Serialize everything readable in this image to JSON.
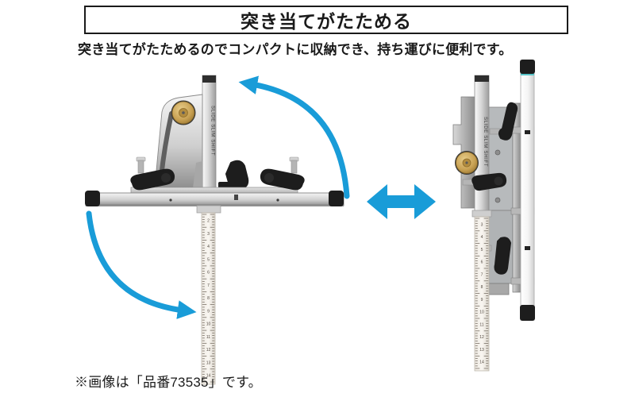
{
  "header": {
    "title": "突き当てがたためる",
    "subtitle": "突き当てがたためるのでコンパクトに収納でき、持ち運びに便利です。"
  },
  "footer": {
    "note": "※画像は「品番73535」です。"
  },
  "product": {
    "bar_text": "SLIDE SLIM SHIFT",
    "left_ruler_numbers": [
      "2",
      "3",
      "4",
      "5",
      "6",
      "7",
      "8",
      "9",
      "10",
      "11",
      "12",
      "13",
      "14"
    ],
    "right_ruler_numbers": [
      "3",
      "4",
      "5",
      "6",
      "7",
      "8",
      "9",
      "10",
      "11",
      "12",
      "13",
      "14"
    ]
  },
  "colors": {
    "arrow_blue": "#199cd8",
    "brass": "#c7a052",
    "metal_light": "#f2f2f2",
    "metal_dark": "#949494",
    "cap_black": "#1d1d1d"
  }
}
